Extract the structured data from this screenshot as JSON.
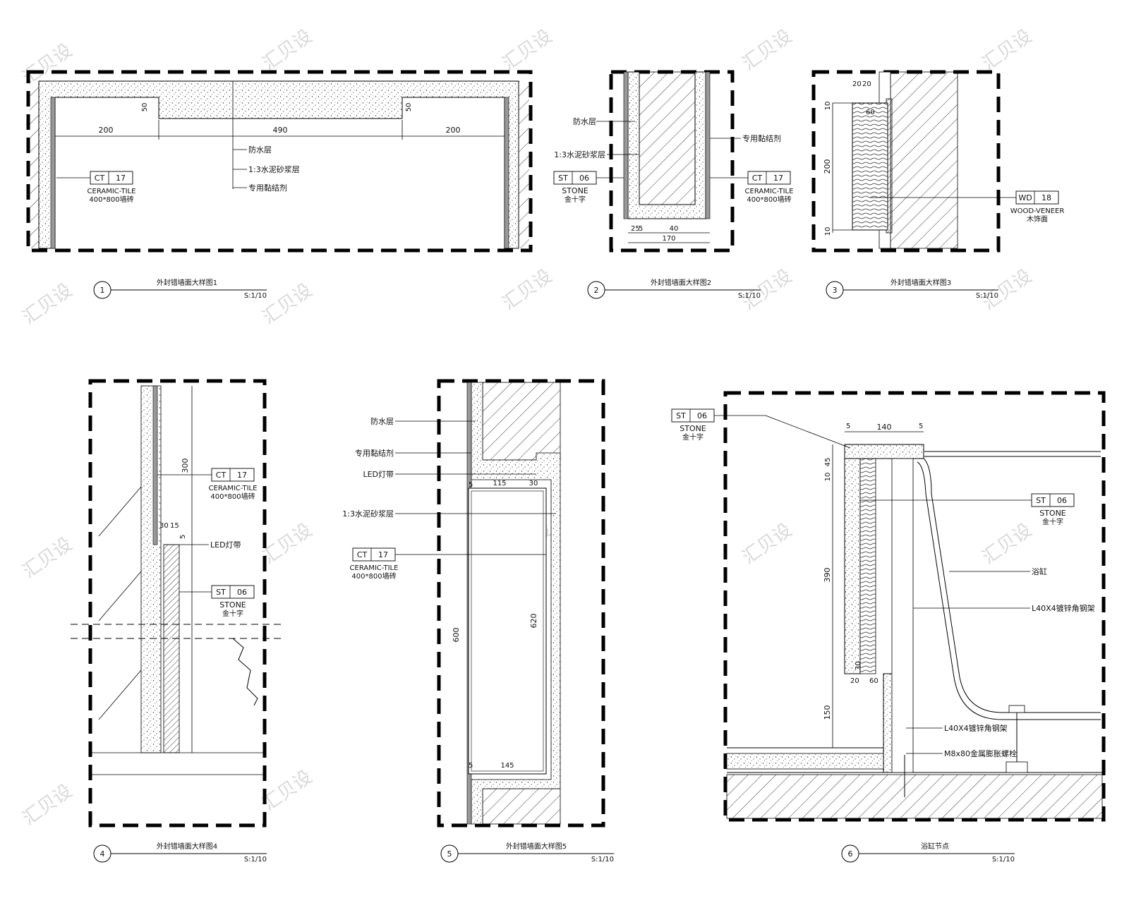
{
  "watermark": "汇贝设",
  "views": [
    {
      "num": "1",
      "title": "外封错墙面大样图1",
      "scale": "S:1/10"
    },
    {
      "num": "2",
      "title": "外封错墙面大样图2",
      "scale": "S:1/10"
    },
    {
      "num": "3",
      "title": "外封错墙面大样图3",
      "scale": "S:1/10"
    },
    {
      "num": "4",
      "title": "外封错墙面大样图4",
      "scale": "S:1/10"
    },
    {
      "num": "5",
      "title": "外封错墙面大样图5",
      "scale": "S:1/10"
    },
    {
      "num": "6",
      "title": "浴缸节点",
      "scale": "S:1/10"
    }
  ],
  "tags": {
    "ct": {
      "code": "CT",
      "num": "17",
      "name": "CERAMIC-TILE",
      "spec": "400*800墙砖"
    },
    "st": {
      "code": "ST",
      "num": "06",
      "name": "STONE",
      "spec": "金十字"
    },
    "wd": {
      "code": "WD",
      "num": "18",
      "name": "WOOD-VENEER",
      "spec": "木饰面"
    }
  },
  "labels": {
    "waterproof": "防水层",
    "mortar": "1:3水泥砂浆层",
    "adhesive": "专用黏结剂",
    "led": "LED灯带",
    "tub": "浴缸",
    "steel_frame": "L40X4镀锌角钢架",
    "bolt": "M8x80金属膨胀螺栓"
  },
  "dims": {
    "d1": [
      "200",
      "490",
      "200",
      "50",
      "50"
    ],
    "d2": [
      "25",
      "5",
      "40",
      "170"
    ],
    "d3": [
      "20",
      "20",
      "10",
      "60",
      "200",
      "10"
    ],
    "d4": [
      "300",
      "30",
      "15",
      "5"
    ],
    "d5": [
      "5",
      "115",
      "30",
      "600",
      "620",
      "5",
      "145"
    ],
    "d6": [
      "5",
      "140",
      "5",
      "10",
      "45",
      "390",
      "150",
      "20",
      "60",
      "30"
    ]
  }
}
